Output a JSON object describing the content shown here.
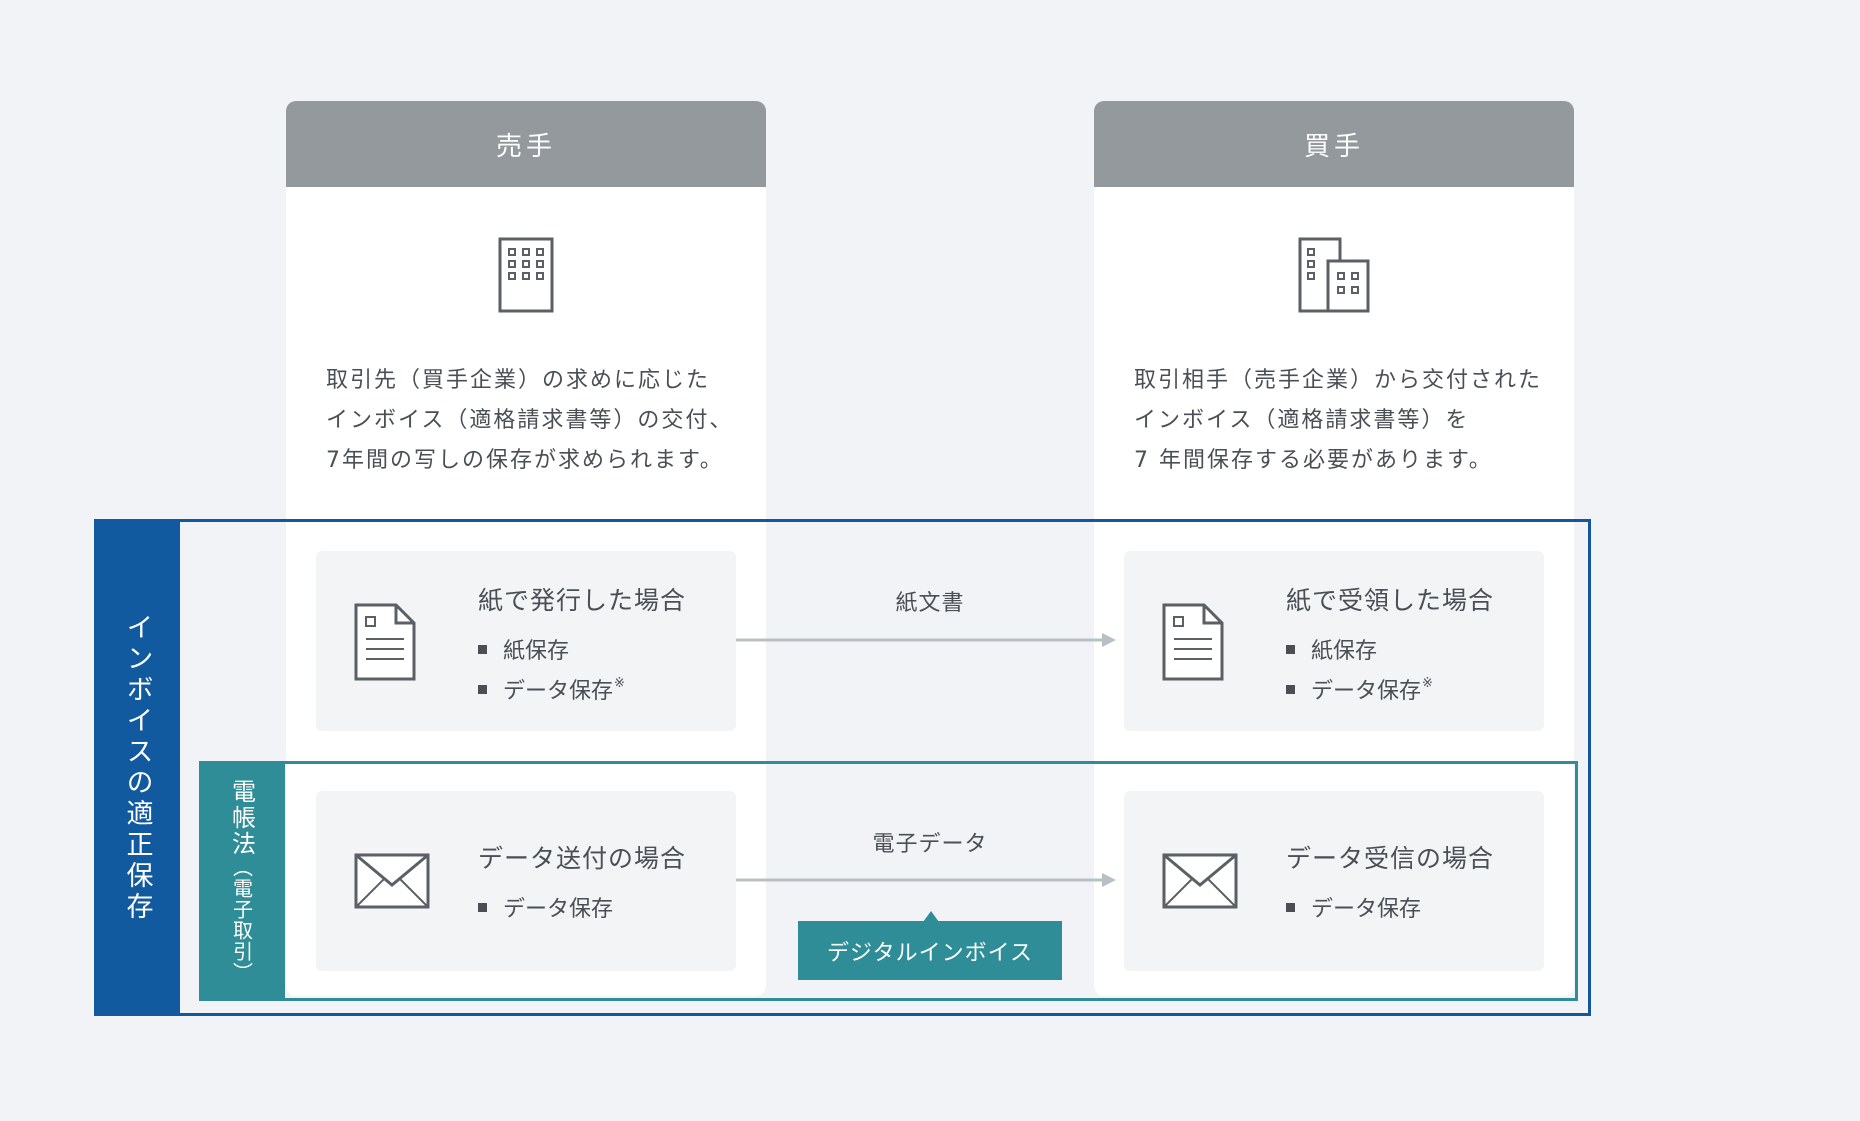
{
  "seller": {
    "header": "売手",
    "icon": "building-icon",
    "desc_lines": [
      "取引先（買手企業）の求めに応じた",
      "インボイス（適格請求書等）の交付、",
      "7年間の写しの保存が求められます。"
    ]
  },
  "buyer": {
    "header": "買手",
    "icon": "buildings-icon",
    "desc_lines": [
      "取引相手（売手企業）から交付された",
      "インボイス（適格請求書等）を",
      "7 年間保存する必要があります。"
    ]
  },
  "invoice_label": "インボイスの適正保存",
  "denchoho_label": {
    "main": "電帳法",
    "paren": "（電子取引）"
  },
  "cards": {
    "seller_paper": {
      "title": "紙で発行した場合",
      "bullets": [
        "紙保存",
        "データ保存"
      ],
      "note": "※"
    },
    "buyer_paper": {
      "title": "紙で受領した場合",
      "bullets": [
        "紙保存",
        "データ保存"
      ],
      "note": "※"
    },
    "seller_data": {
      "title": "データ送付の場合",
      "bullets": [
        "データ保存"
      ]
    },
    "buyer_data": {
      "title": "データ受信の場合",
      "bullets": [
        "データ保存"
      ]
    }
  },
  "arrows": {
    "paper_label": "紙文書",
    "data_label": "電子データ",
    "tag": "デジタルインボイス"
  },
  "colors": {
    "background": "#f2f3f6",
    "column_header": "#93999d",
    "invoice_blue": "#125aa0",
    "denchoho_teal": "#2f8d97",
    "arrow_gray": "#b8c0c6",
    "icon_stroke": "#5a6065"
  }
}
